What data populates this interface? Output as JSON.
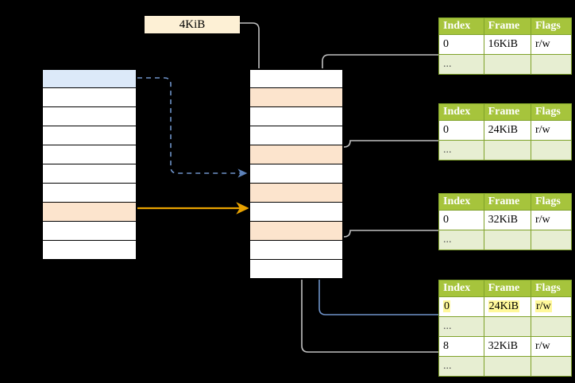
{
  "diagram": {
    "title": "page-table-walk",
    "size_label": {
      "text": "4KiB"
    },
    "colors": {
      "header_green": "#a6c43c",
      "row_alt": "#e7eed2",
      "highlight_yellow": "#fff89a",
      "cell_orange": "#fce4cd",
      "cell_blue": "#dce9f9",
      "arrow_orange": "#e8a200",
      "arrow_blue": "#6f93c9",
      "arrow_gray": "#c0c0c0",
      "background": "#000000"
    },
    "left_stack": {
      "name": "virtual-address-space",
      "rows": [
        {
          "fill": "blue"
        },
        {
          "fill": "white"
        },
        {
          "fill": "white"
        },
        {
          "fill": "white"
        },
        {
          "fill": "white"
        },
        {
          "fill": "white"
        },
        {
          "fill": "white"
        },
        {
          "fill": "orange"
        },
        {
          "fill": "white"
        },
        {
          "fill": "white"
        }
      ]
    },
    "middle_stack": {
      "name": "physical-memory",
      "rows": [
        {
          "fill": "white"
        },
        {
          "fill": "orange"
        },
        {
          "fill": "white"
        },
        {
          "fill": "white"
        },
        {
          "fill": "orange"
        },
        {
          "fill": "white"
        },
        {
          "fill": "orange"
        },
        {
          "fill": "white"
        },
        {
          "fill": "orange"
        },
        {
          "fill": "white"
        },
        {
          "fill": "white"
        }
      ]
    },
    "tables": [
      {
        "name": "page-table-level-1",
        "columns": [
          "Index",
          "Frame",
          "Flags"
        ],
        "rows": [
          {
            "cells": [
              "0",
              "16KiB",
              "r/w"
            ],
            "style": "normal",
            "highlight": []
          },
          {
            "cells": [
              "...",
              "",
              ""
            ],
            "style": "alt",
            "highlight": []
          }
        ]
      },
      {
        "name": "page-table-level-2",
        "columns": [
          "Index",
          "Frame",
          "Flags"
        ],
        "rows": [
          {
            "cells": [
              "0",
              "24KiB",
              "r/w"
            ],
            "style": "normal",
            "highlight": []
          },
          {
            "cells": [
              "...",
              "",
              ""
            ],
            "style": "alt",
            "highlight": []
          }
        ]
      },
      {
        "name": "page-table-level-3",
        "columns": [
          "Index",
          "Frame",
          "Flags"
        ],
        "rows": [
          {
            "cells": [
              "0",
              "32KiB",
              "r/w"
            ],
            "style": "normal",
            "highlight": []
          },
          {
            "cells": [
              "...",
              "",
              ""
            ],
            "style": "alt",
            "highlight": []
          }
        ]
      },
      {
        "name": "page-table-level-4",
        "columns": [
          "Index",
          "Frame",
          "Flags"
        ],
        "rows": [
          {
            "cells": [
              "0",
              "24KiB",
              "r/w"
            ],
            "style": "normal",
            "highlight": [
              0,
              1,
              2
            ]
          },
          {
            "cells": [
              "...",
              "",
              ""
            ],
            "style": "alt",
            "highlight": []
          },
          {
            "cells": [
              "8",
              "32KiB",
              "r/w"
            ],
            "style": "normal",
            "highlight": []
          },
          {
            "cells": [
              "...",
              "",
              ""
            ],
            "style": "alt",
            "highlight": []
          }
        ]
      }
    ]
  }
}
